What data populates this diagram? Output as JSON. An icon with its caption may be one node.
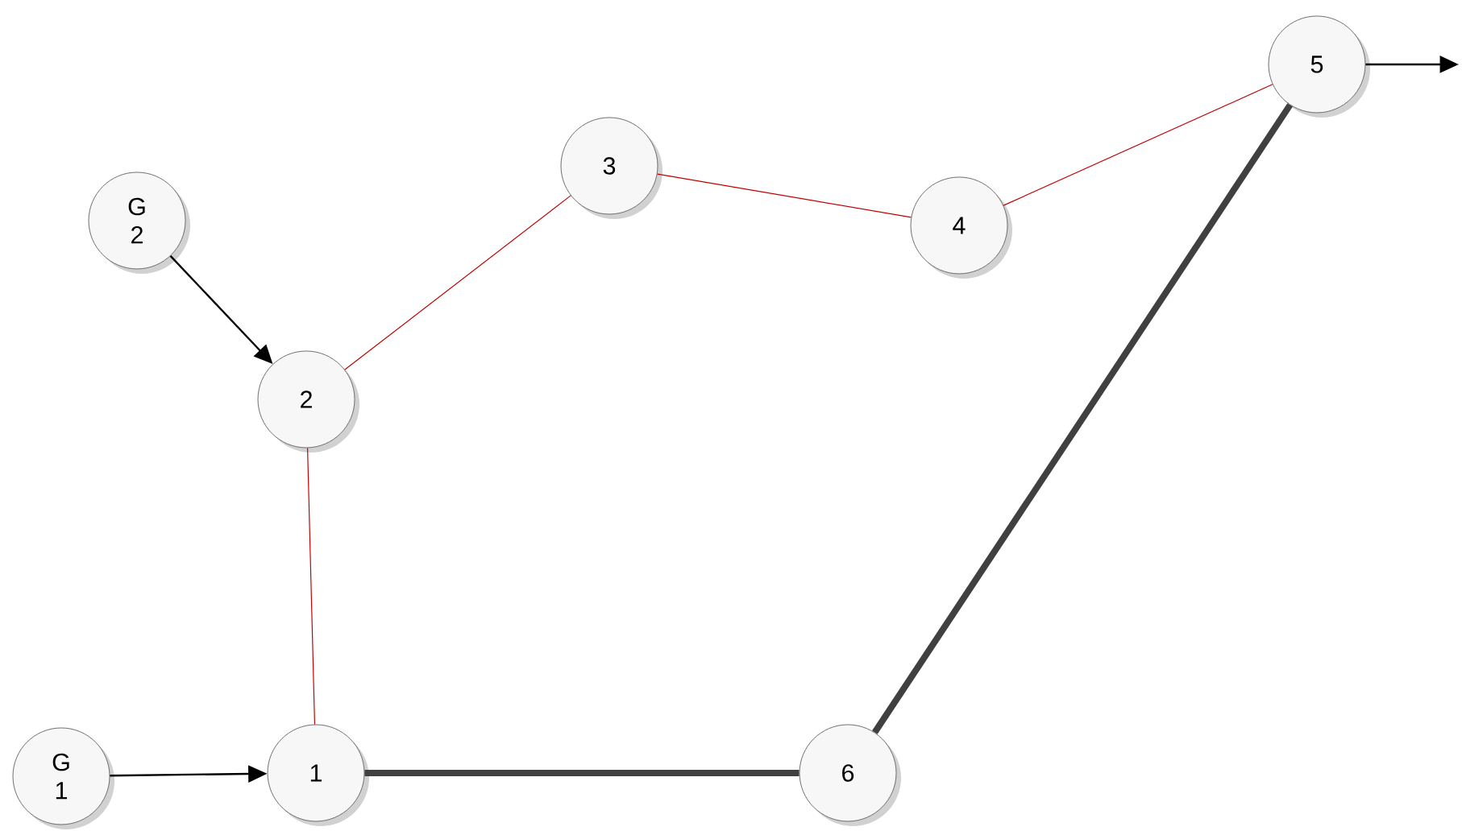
{
  "diagram": {
    "nodes": [
      {
        "text": [
          "5"
        ]
      },
      {
        "text": [
          "3"
        ]
      },
      {
        "text": [
          "G 2"
        ]
      },
      {
        "text": [
          "4"
        ]
      },
      {
        "text": [
          "2"
        ]
      },
      {
        "text": [
          "G 1"
        ]
      },
      {
        "text": [
          "1"
        ]
      },
      {
        "text": [
          "6"
        ]
      }
    ],
    "edges": [
      {
        "from": 2,
        "to": 4,
        "arrow": "to",
        "color": "#000000"
      },
      {
        "from": 4,
        "to": 1,
        "arrow": "none",
        "color": "#c00000"
      },
      {
        "from": 1,
        "to": 3,
        "arrow": "none",
        "color": "#c00000"
      },
      {
        "from": 3,
        "to": 0,
        "arrow": "none",
        "color": "#c00000"
      },
      {
        "from": 0,
        "to": null,
        "arrow": "to",
        "color": "#000000"
      },
      {
        "from": 4,
        "to": 6,
        "arrow": "none",
        "color": "#c00000"
      },
      {
        "from": 5,
        "to": 6,
        "arrow": "to",
        "color": "#000000"
      },
      {
        "from": 6,
        "to": 7,
        "arrow": "none",
        "style": "thick",
        "color": "#404040"
      },
      {
        "from": 7,
        "to": 0,
        "arrow": "none",
        "style": "thick",
        "color": "#404040"
      }
    ]
  }
}
